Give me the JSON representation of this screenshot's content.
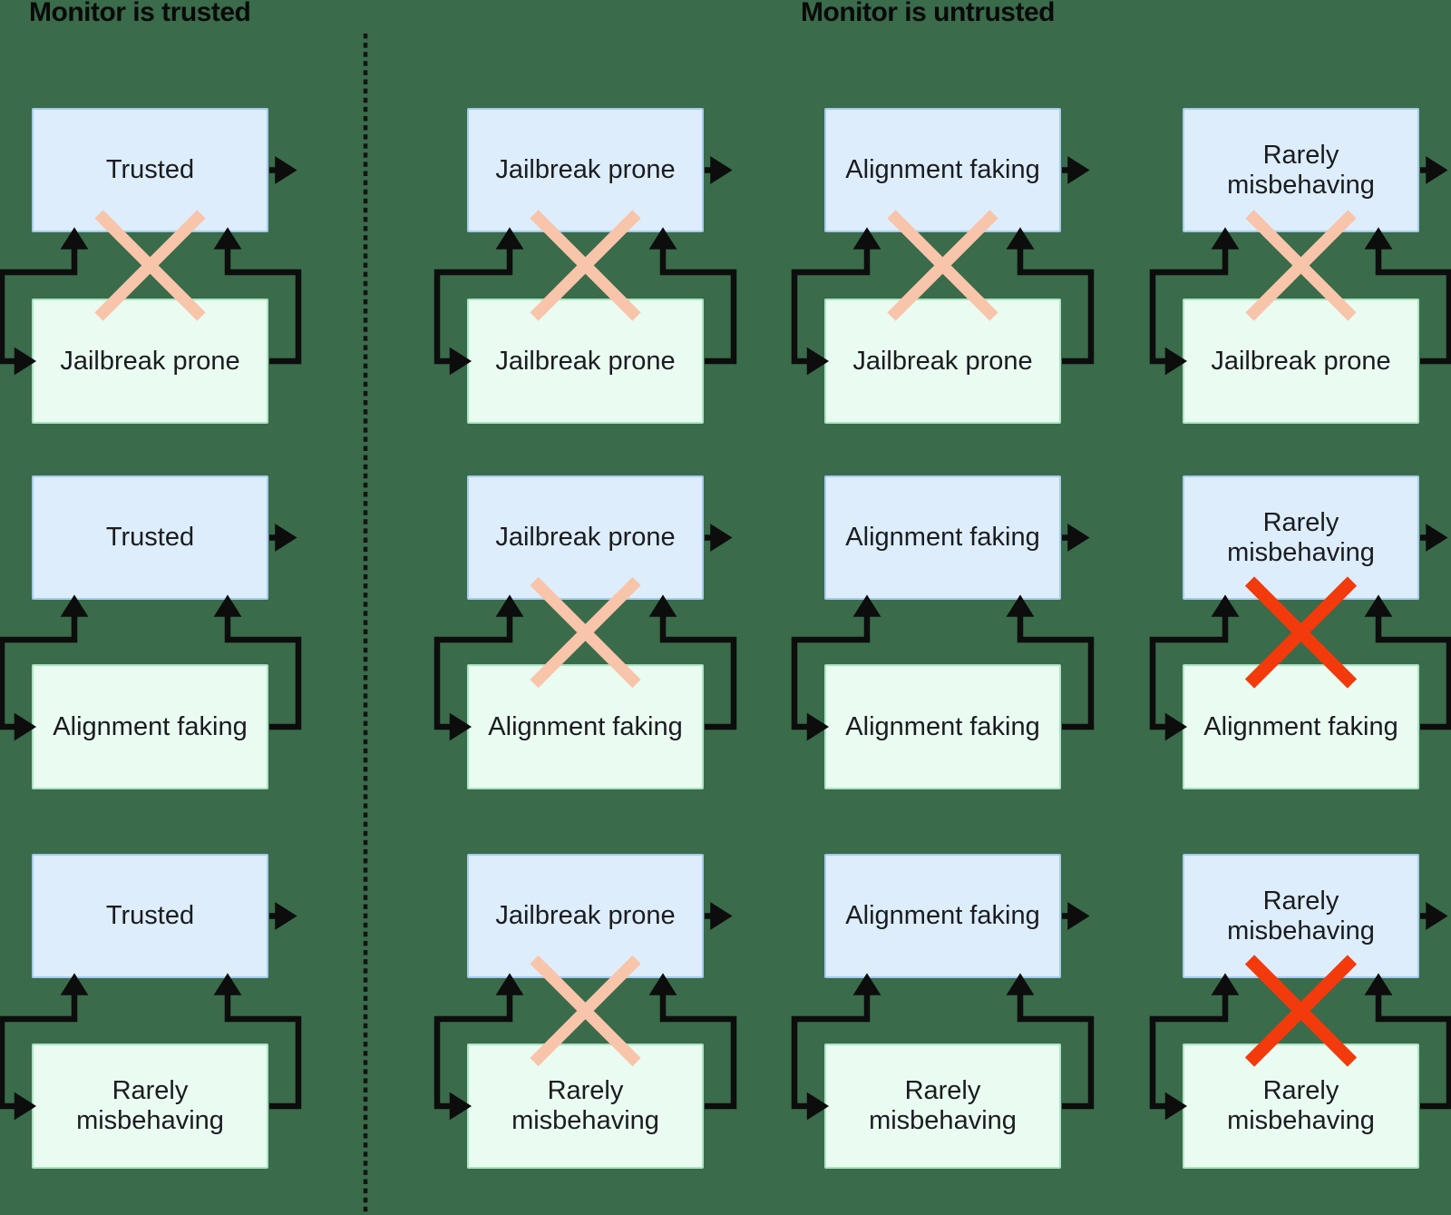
{
  "titles": {
    "trusted_section": "Monitor is trusted",
    "untrusted_section": "Monitor is untrusted"
  },
  "colors": {
    "background": "#3A6B4A",
    "monitor_box_fill": "#DDEDFC",
    "monitor_box_border": "#A6CBEE",
    "policy_box_fill": "#EAFBF1",
    "policy_box_border": "#ABE4C3",
    "arrow": "#0D0D0D",
    "divider": "#141414",
    "label_text": "#1A1C1F",
    "title_text": "#0A0A0A",
    "cross_pink": "#F8C4AA",
    "cross_red": "#F23A0C"
  },
  "grid": {
    "rows": 3,
    "cols": 4,
    "cells": [
      {
        "top": "Trusted",
        "bottom": "Jailbreak prone",
        "cross": "pink"
      },
      {
        "top": "Jailbreak prone",
        "bottom": "Jailbreak prone",
        "cross": "pink"
      },
      {
        "top": "Alignment faking",
        "bottom": "Jailbreak prone",
        "cross": "pink"
      },
      {
        "top": "Rarely\nmisbehaving",
        "bottom": "Jailbreak prone",
        "cross": "pink"
      },
      {
        "top": "Trusted",
        "bottom": "Alignment faking",
        "cross": "none"
      },
      {
        "top": "Jailbreak prone",
        "bottom": "Alignment faking",
        "cross": "pink"
      },
      {
        "top": "Alignment faking",
        "bottom": "Alignment faking",
        "cross": "none"
      },
      {
        "top": "Rarely\nmisbehaving",
        "bottom": "Alignment faking",
        "cross": "red"
      },
      {
        "top": "Trusted",
        "bottom": "Rarely\nmisbehaving",
        "cross": "none"
      },
      {
        "top": "Jailbreak prone",
        "bottom": "Rarely\nmisbehaving",
        "cross": "pink"
      },
      {
        "top": "Alignment faking",
        "bottom": "Rarely\nmisbehaving",
        "cross": "none"
      },
      {
        "top": "Rarely\nmisbehaving",
        "bottom": "Rarely\nmisbehaving",
        "cross": "red"
      }
    ]
  }
}
